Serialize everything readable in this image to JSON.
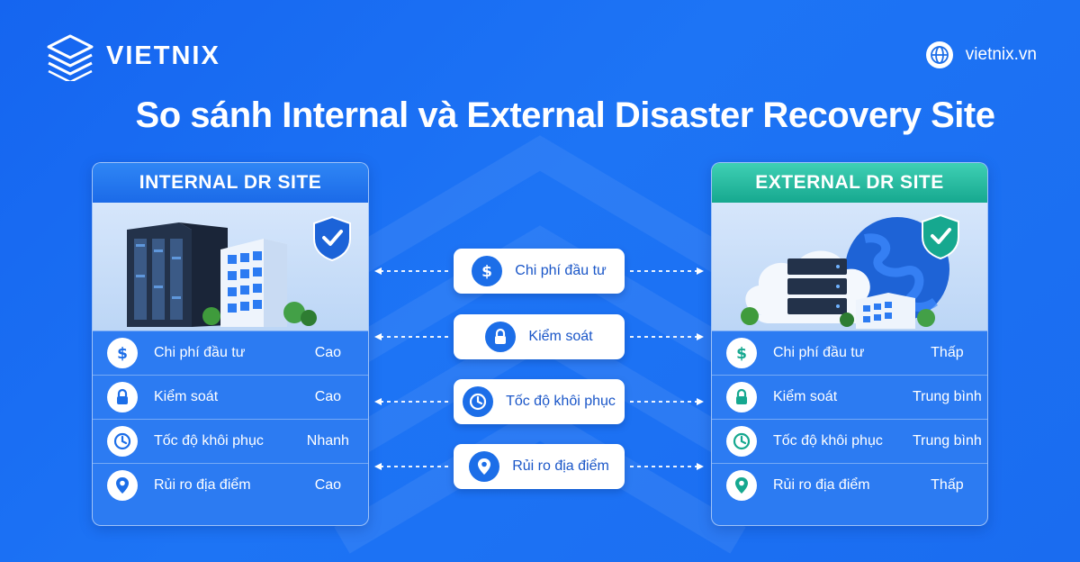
{
  "brand": {
    "name": "VIETNIX",
    "website": "vietnix.vn"
  },
  "title": "So sánh Internal và External Disaster Recovery Site",
  "internal": {
    "heading": "INTERNAL DR SITE",
    "rows": [
      {
        "icon": "dollar-icon",
        "label": "Chi phí đầu tư",
        "value": "Cao"
      },
      {
        "icon": "lock-icon",
        "label": "Kiểm soát",
        "value": "Cao"
      },
      {
        "icon": "clock-icon",
        "label": "Tốc độ khôi phục",
        "value": "Nhanh"
      },
      {
        "icon": "location-pin-icon",
        "label": "Rủi ro địa điểm",
        "value": "Cao"
      }
    ]
  },
  "external": {
    "heading": "EXTERNAL DR SITE",
    "rows": [
      {
        "icon": "dollar-icon",
        "label": "Chi phí đầu tư",
        "value": "Thấp"
      },
      {
        "icon": "lock-icon",
        "label": "Kiểm soát",
        "value": "Trung bình"
      },
      {
        "icon": "clock-icon",
        "label": "Tốc độ khôi phục",
        "value": "Trung bình"
      },
      {
        "icon": "location-pin-icon",
        "label": "Rủi ro địa điểm",
        "value": "Thấp"
      }
    ]
  },
  "criteria": [
    {
      "icon": "dollar-icon",
      "label": "Chi phí đầu tư"
    },
    {
      "icon": "lock-icon",
      "label": "Kiểm soát"
    },
    {
      "icon": "clock-icon",
      "label": "Tốc độ khôi phục"
    },
    {
      "icon": "location-pin-icon",
      "label": "Rủi ro địa điểm"
    }
  ],
  "colors": {
    "background": "#1a6cf0",
    "internal_accent": "#1b6ae8",
    "external_accent": "#16a88f",
    "shield": "#1c63d8",
    "shield_green": "#16a88f"
  }
}
